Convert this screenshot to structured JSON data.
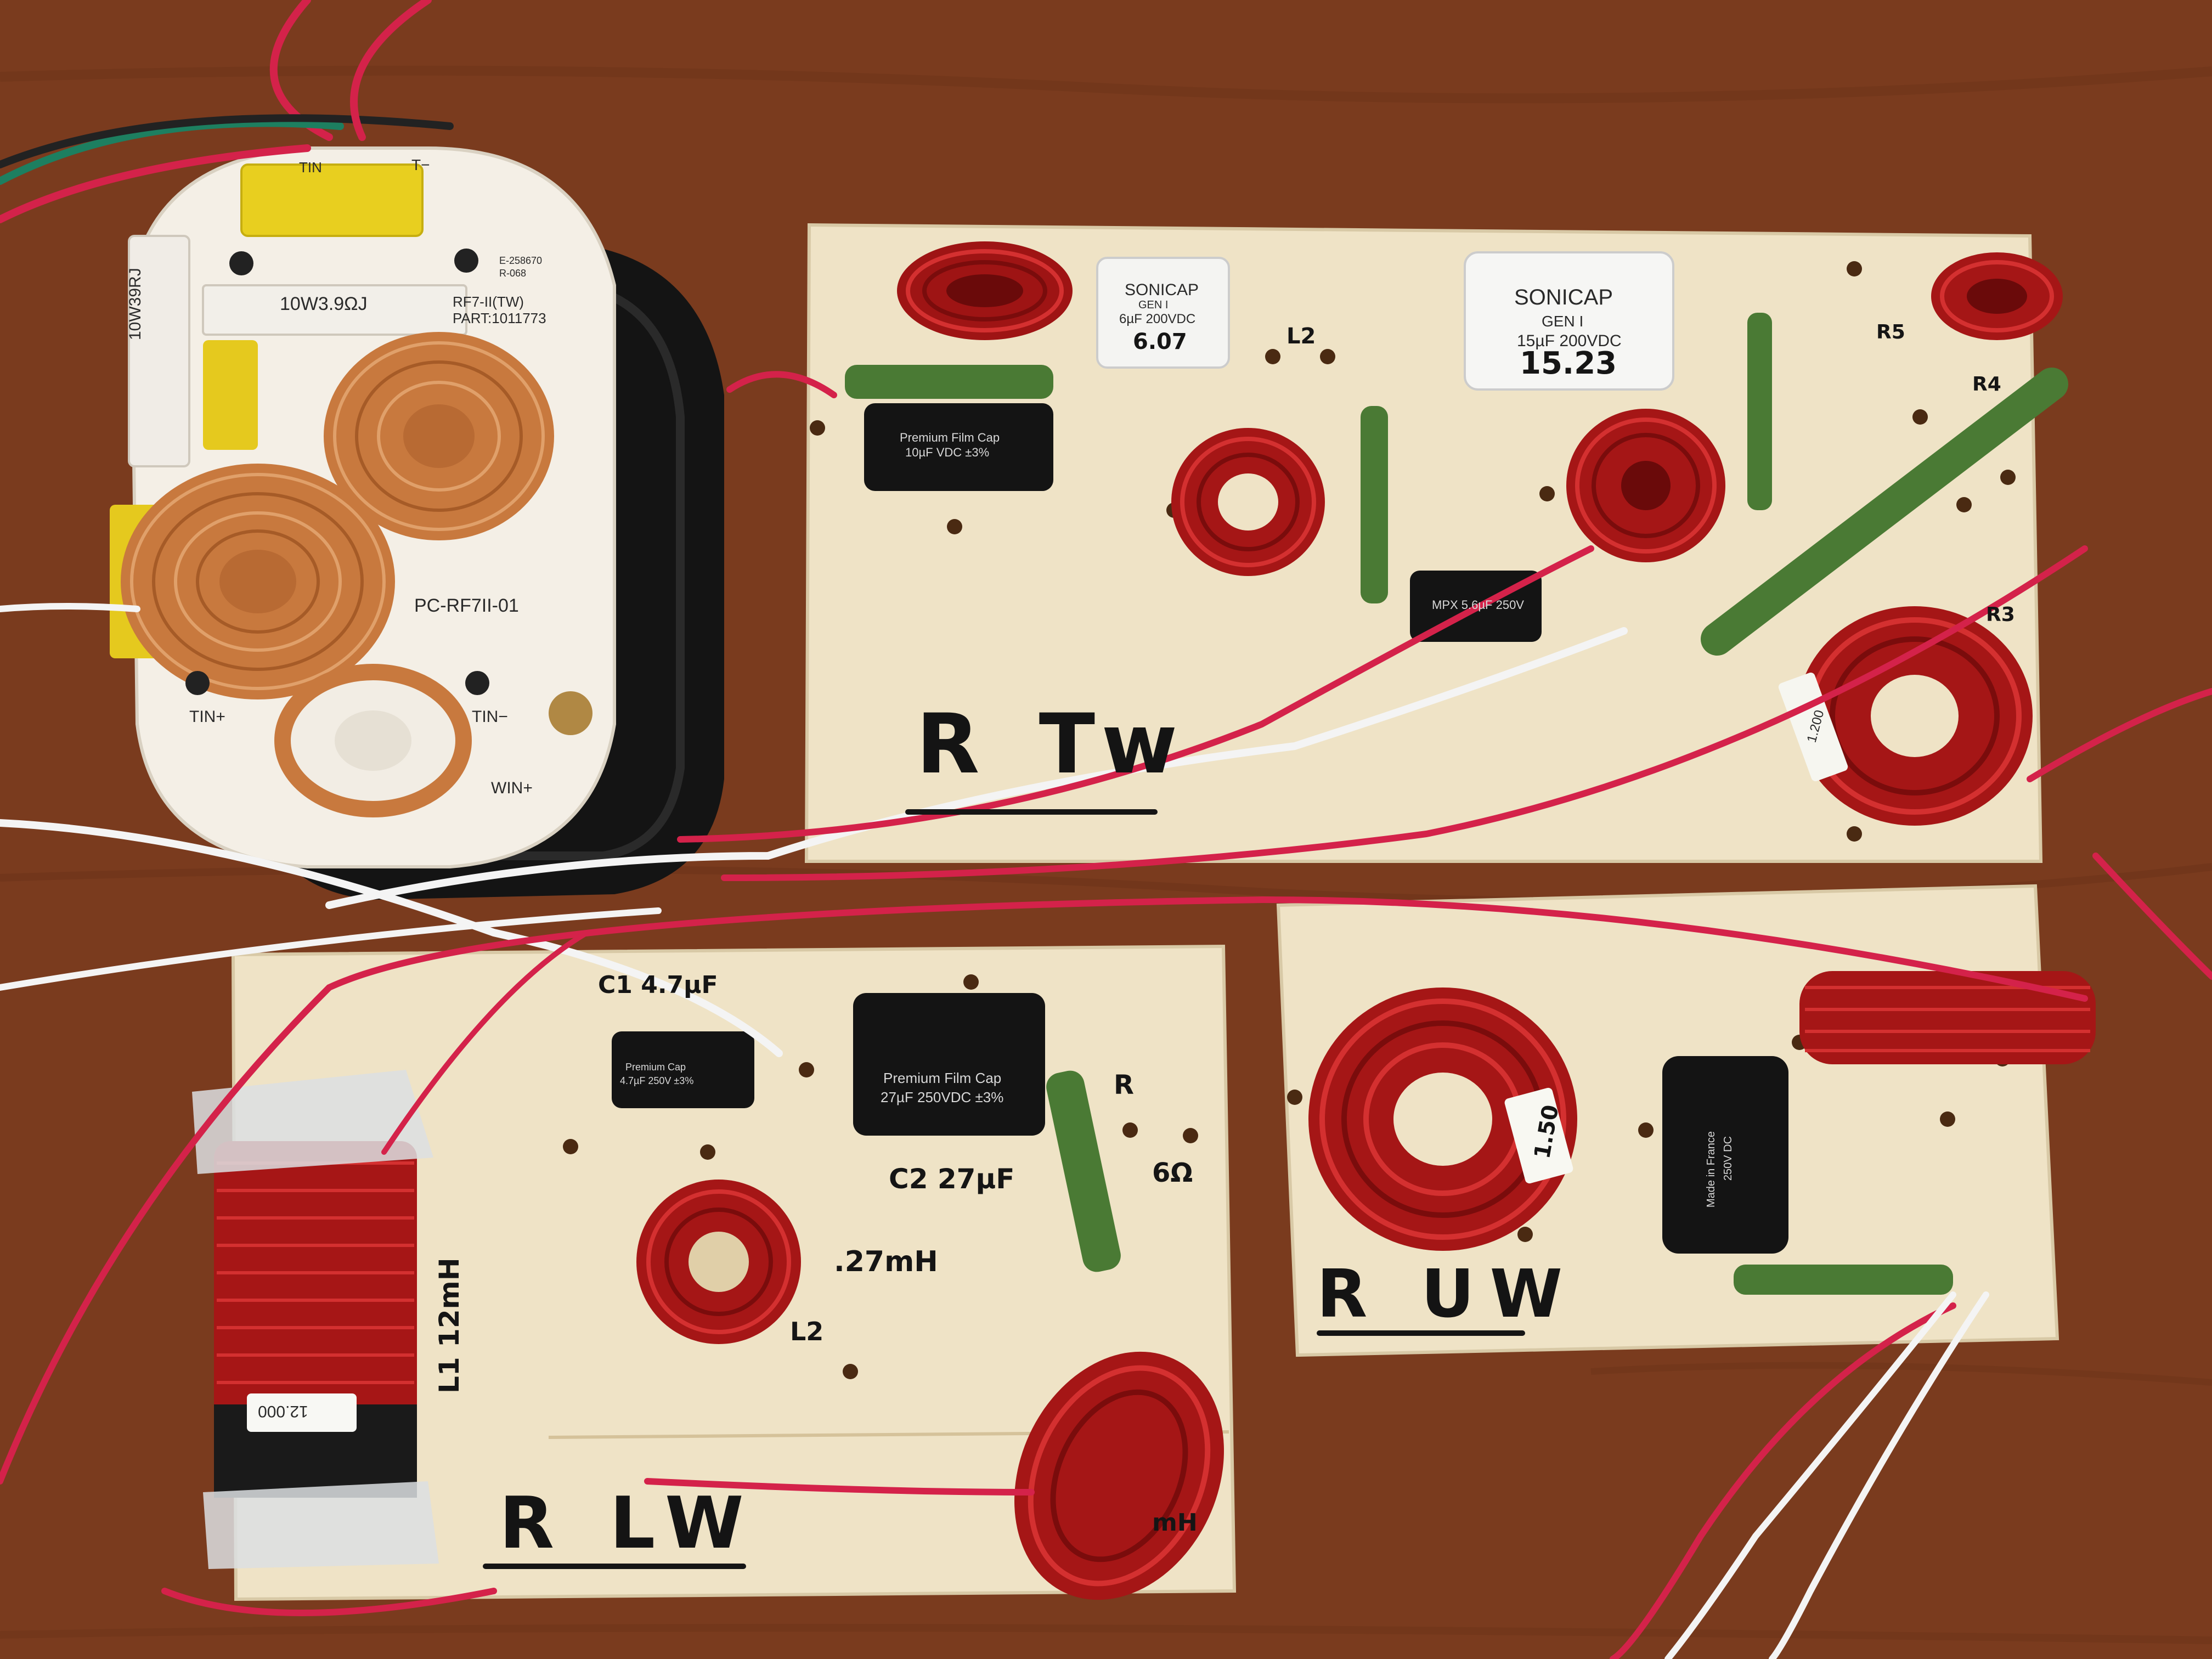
{
  "colors": {
    "table": "#7a3b1e",
    "plywood": "#efe3c6",
    "copper_coil": "#c8793e",
    "red_coil": "#b01818",
    "red_wire": "#d4224a",
    "white_wire": "#f4f4f4",
    "resistor_green": "#4a7a34",
    "black_cap": "#141414"
  },
  "stock_crossover": {
    "resistor_label": "10W3.9ΩJ",
    "side_label": "10W39RJ",
    "part_line1": "RF7-II(TW)",
    "part_line2": "PART:1011773",
    "board_code": "PC-RF7II-01",
    "cert_line1": "E-258670",
    "cert_line2": "R-068",
    "terminal_tin_plus": "TIN+",
    "terminal_tin_minus": "TIN−",
    "terminal_win_plus": "WIN+",
    "terminal_t_minus": "T−",
    "terminal_t_in": "TIN"
  },
  "tweeter_board": {
    "label": "R Tw",
    "cap1_brand": "SONICAP",
    "cap1_gen": "GEN I",
    "cap1_rating": "6µF 200VDC",
    "cap1_hand": "6.07",
    "cap2_brand": "SONICAP",
    "cap2_gen": "GEN I",
    "cap2_rating": "15µF 200VDC",
    "cap2_hand": "15.23",
    "film_cap_line1": "Premium Film Cap",
    "film_cap_line2": "10µF VDC ±3%",
    "small_cap": "MPX 5.6µF 250V",
    "l2_mark": "L2",
    "r4_mark": "R4",
    "r5_mark": "R5",
    "r3_mark": "R3",
    "coil_tag": "1.200"
  },
  "lw_board": {
    "label": "R LW",
    "c1_mark": "C1 4.7µF",
    "c1_line1": "Premium Cap",
    "c1_line2": "4.7µF 250V ±3%",
    "c2_line1": "Premium Film Cap",
    "c2_line2": "27µF 250VDC ±3%",
    "c2_mark": "C2 27µF",
    "r_mark": "R",
    "ohm_mark": "6Ω",
    "l1_mark": "L1 12mH",
    "l1_tag": "12.000",
    "l2_value": ".27mH",
    "l2_mark": "L2",
    "mh_mark": "mH"
  },
  "uw_board": {
    "label": "R UW",
    "coil_tag": "1.50",
    "cap_line1": "Made in France",
    "cap_line2": "250V DC"
  }
}
